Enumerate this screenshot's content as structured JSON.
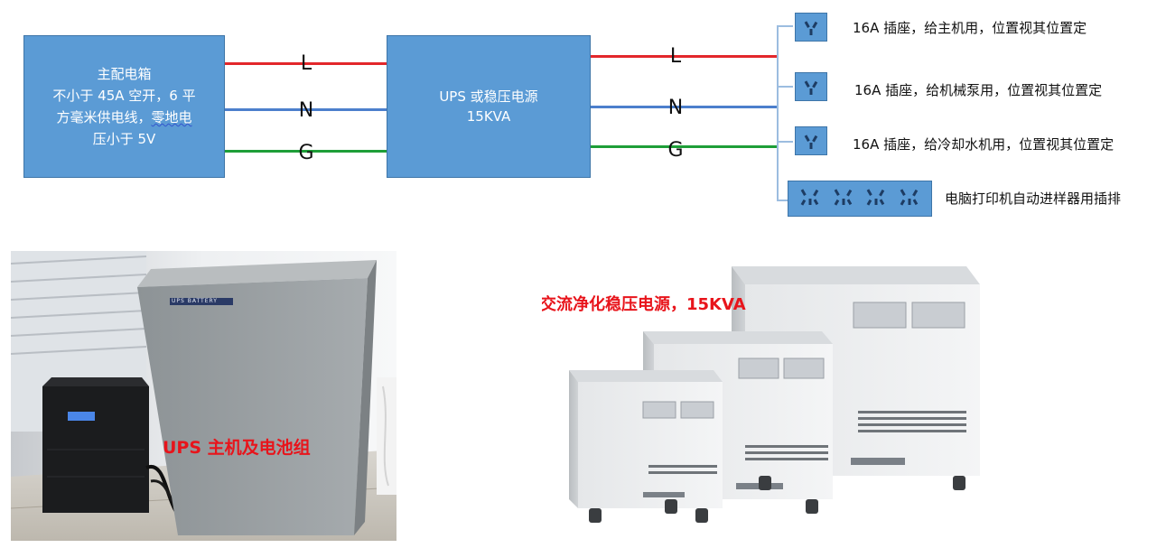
{
  "diagram": {
    "main_box": {
      "lines": [
        "主配电箱",
        "不小于 45A 空开，6 平",
        "方毫米供电线，",
        "零地电",
        "压小于 5V"
      ]
    },
    "ups_box": {
      "lines": [
        "UPS 或稳压电源",
        "15KVA"
      ]
    },
    "wires_left": [
      "L",
      "N",
      "G"
    ],
    "wires_right": [
      "L",
      "N",
      "G"
    ],
    "outlets": [
      "16A 插座，给主机用，位置视其位置定",
      "16A 插座，给机械泵用，位置视其位置定",
      "16A 插座，给冷却水机用，位置视其位置定"
    ],
    "power_strip_label": "电脑打印机自动进样器用插排"
  },
  "photos": {
    "ups_caption": "UPS 主机及电池组",
    "ups_cabinet_badge": "UPS BATTERY",
    "stabilizer_caption": "交流净化稳压电源，15KVA"
  },
  "colors": {
    "box_fill": "#5b9bd5",
    "wire_l": "#e3272b",
    "wire_n": "#4c7fcc",
    "wire_g": "#1e9e38",
    "caption_red": "#e8141b"
  }
}
